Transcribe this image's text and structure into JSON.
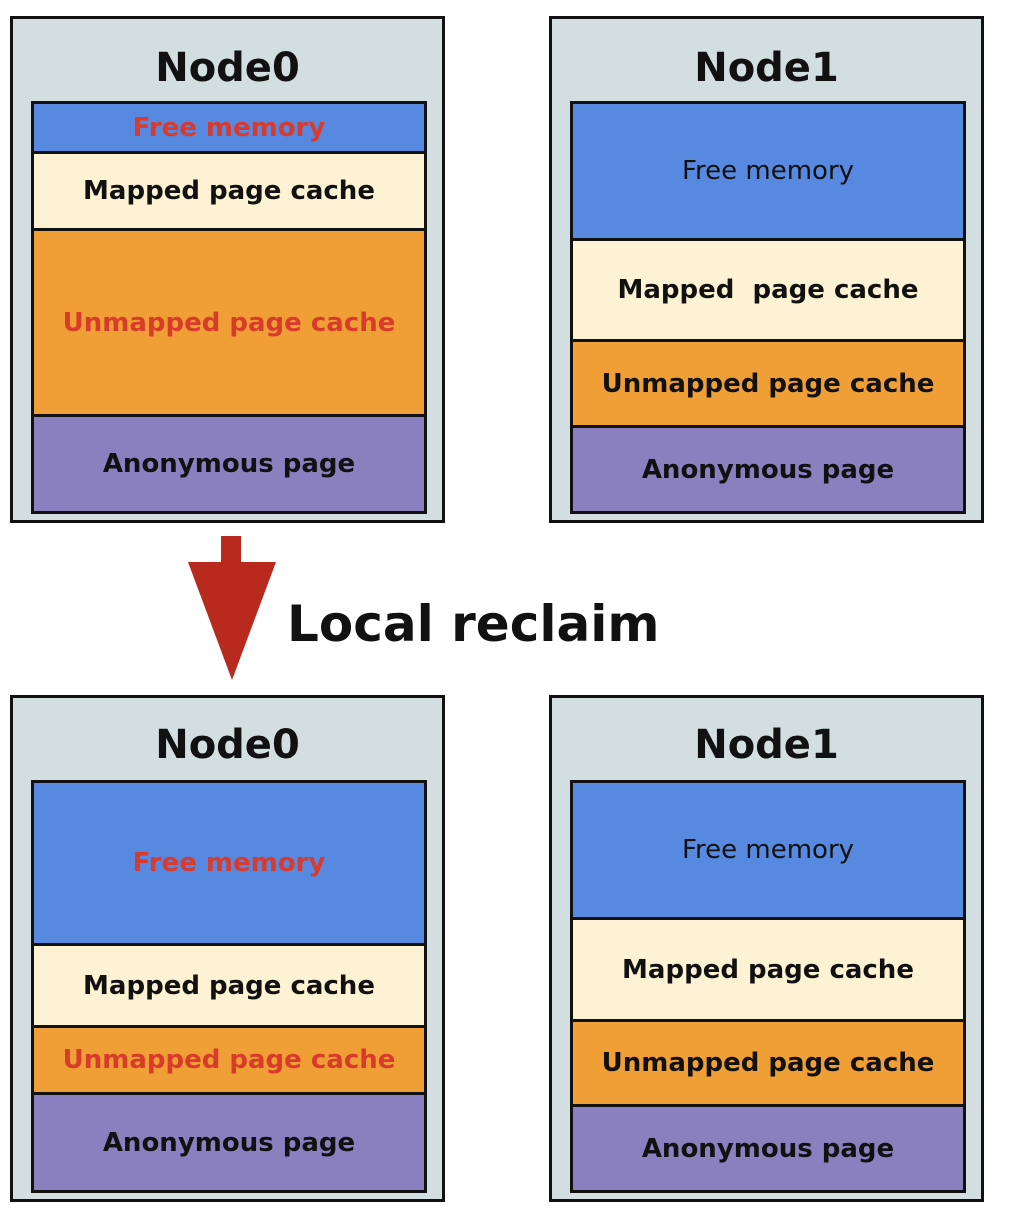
{
  "colors": {
    "node_bg": "#d3dee1",
    "free_memory": "#5889e1",
    "mapped_page_cache": "#fdf2d3",
    "unmapped_page_cache": "#f09f36",
    "anonymous_page": "#8a80c0",
    "highlight_text": "#d83a2b",
    "arrow": "#b8291e"
  },
  "arrow": {
    "label": "Local reclaim",
    "icon": "down-arrow-icon"
  },
  "before": {
    "node0": {
      "title": "Node0",
      "segments": [
        {
          "label": "Free memory",
          "highlighted": true
        },
        {
          "label": "Mapped page cache",
          "highlighted": false
        },
        {
          "label": "Unmapped page cache",
          "highlighted": true
        },
        {
          "label": "Anonymous page",
          "highlighted": false
        }
      ]
    },
    "node1": {
      "title": "Node1",
      "segments": [
        {
          "label": "Free memory",
          "highlighted": false
        },
        {
          "label": "Mapped  page cache",
          "highlighted": false
        },
        {
          "label": "Unmapped page cache",
          "highlighted": false
        },
        {
          "label": "Anonymous page",
          "highlighted": false
        }
      ]
    }
  },
  "after": {
    "node0": {
      "title": "Node0",
      "segments": [
        {
          "label": "Free memory",
          "highlighted": true
        },
        {
          "label": "Mapped page cache",
          "highlighted": false
        },
        {
          "label": "Unmapped page cache",
          "highlighted": true
        },
        {
          "label": "Anonymous page",
          "highlighted": false
        }
      ]
    },
    "node1": {
      "title": "Node1",
      "segments": [
        {
          "label": "Free memory",
          "highlighted": false
        },
        {
          "label": "Mapped page cache",
          "highlighted": false
        },
        {
          "label": "Unmapped page cache",
          "highlighted": false
        },
        {
          "label": "Anonymous page",
          "highlighted": false
        }
      ]
    }
  }
}
